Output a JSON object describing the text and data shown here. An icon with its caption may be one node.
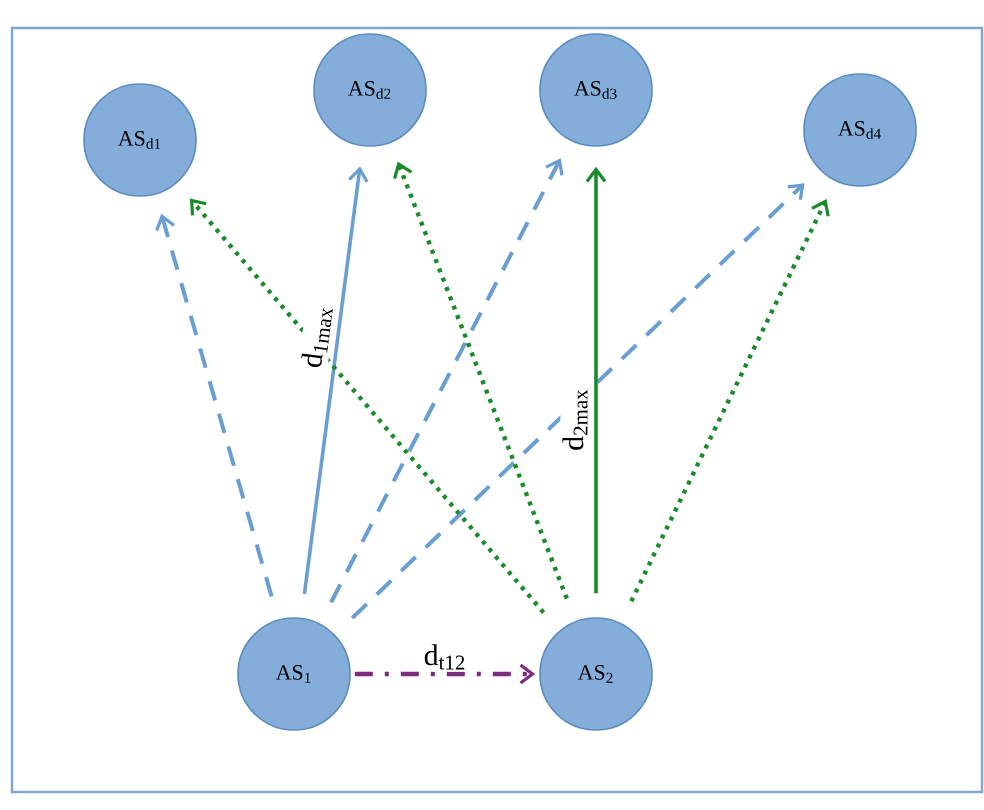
{
  "diagram": {
    "nodes": [
      {
        "text": [
          "AS$_{d1}$"
        ]
      },
      {
        "text": [
          "AS$_{d2}$"
        ]
      },
      {
        "text": [
          "AS$_{d3}$"
        ]
      },
      {
        "text": [
          "AS$_{d4}$"
        ]
      },
      {
        "text": [
          "AS$_{1}$"
        ]
      },
      {
        "text": [
          "AS$_{2}$"
        ]
      }
    ],
    "edges": [
      {
        "from": 4,
        "to": 0,
        "arrow": "to",
        "style": "dashed",
        "color": "#6a9ed2"
      },
      {
        "from": 4,
        "to": 1,
        "arrow": "to",
        "label": "d$_{1max}$",
        "color": "#6a9ed2"
      },
      {
        "from": 4,
        "to": 2,
        "arrow": "to",
        "style": "dashed",
        "color": "#6a9ed2"
      },
      {
        "from": 4,
        "to": 3,
        "arrow": "to",
        "style": "dashed",
        "color": "#6a9ed2"
      },
      {
        "from": 5,
        "to": 0,
        "arrow": "to",
        "style": "dashed",
        "color": "#1a8a2a"
      },
      {
        "from": 5,
        "to": 1,
        "arrow": "to",
        "style": "dashed",
        "color": "#1a8a2a"
      },
      {
        "from": 5,
        "to": 2,
        "arrow": "to",
        "label": "d$_{2max}$",
        "color": "#1a8a2a"
      },
      {
        "from": 5,
        "to": 3,
        "arrow": "to",
        "style": "dashed",
        "color": "#1a8a2a"
      },
      {
        "from": 4,
        "to": 5,
        "arrow": "to",
        "label": "d$_{t12}$",
        "style": "dashed",
        "color": "#7e2a7e"
      }
    ]
  }
}
